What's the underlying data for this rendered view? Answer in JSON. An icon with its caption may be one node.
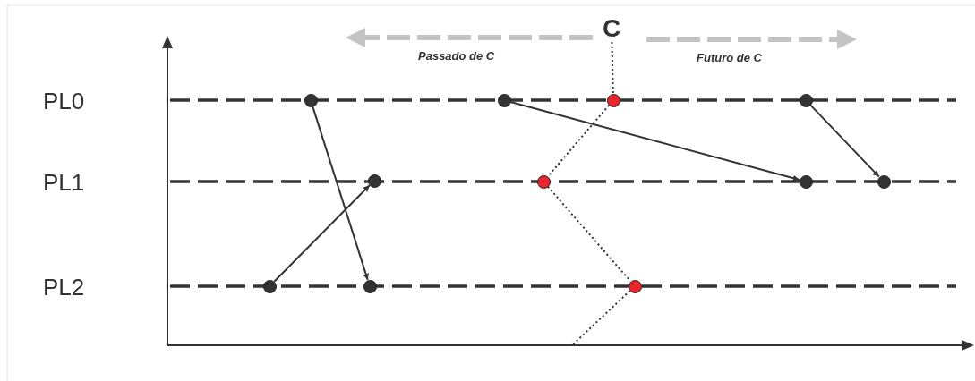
{
  "diagram": {
    "nodes": [
      {
        "text": [
          "C"
        ]
      },
      {
        "text": [],
        "shape": "circle"
      },
      {
        "text": [],
        "shape": "circle"
      },
      {
        "text": [],
        "shape": "circle"
      },
      {
        "text": [],
        "shape": "circle"
      },
      {
        "text": [],
        "shape": "circle"
      },
      {
        "text": [],
        "shape": "circle"
      },
      {
        "text": [],
        "shape": "circle"
      },
      {
        "text": [],
        "shape": "circle"
      },
      {
        "text": [],
        "shape": "circle"
      },
      {
        "text": [],
        "shape": "circle"
      },
      {
        "text": [],
        "shape": "circle"
      }
    ],
    "edges": [
      {
        "from": 0,
        "to": 3,
        "arrow": "none",
        "style": "dashed"
      },
      {
        "from": 3,
        "to": 6,
        "arrow": "none",
        "style": "dashed"
      },
      {
        "from": 6,
        "to": 11,
        "arrow": "none",
        "style": "dashed"
      },
      {
        "from": 11,
        "to": null,
        "arrow": "none",
        "style": "dashed"
      },
      {
        "from": 1,
        "to": 10,
        "arrow": "to"
      },
      {
        "from": 9,
        "to": 5,
        "arrow": "to"
      },
      {
        "from": 2,
        "to": 7,
        "arrow": "to"
      },
      {
        "from": 4,
        "to": 8,
        "arrow": "to"
      }
    ],
    "labels": [
      "Passado de C",
      "Futuro de C",
      "PL0",
      "PL1",
      "PL2"
    ]
  }
}
